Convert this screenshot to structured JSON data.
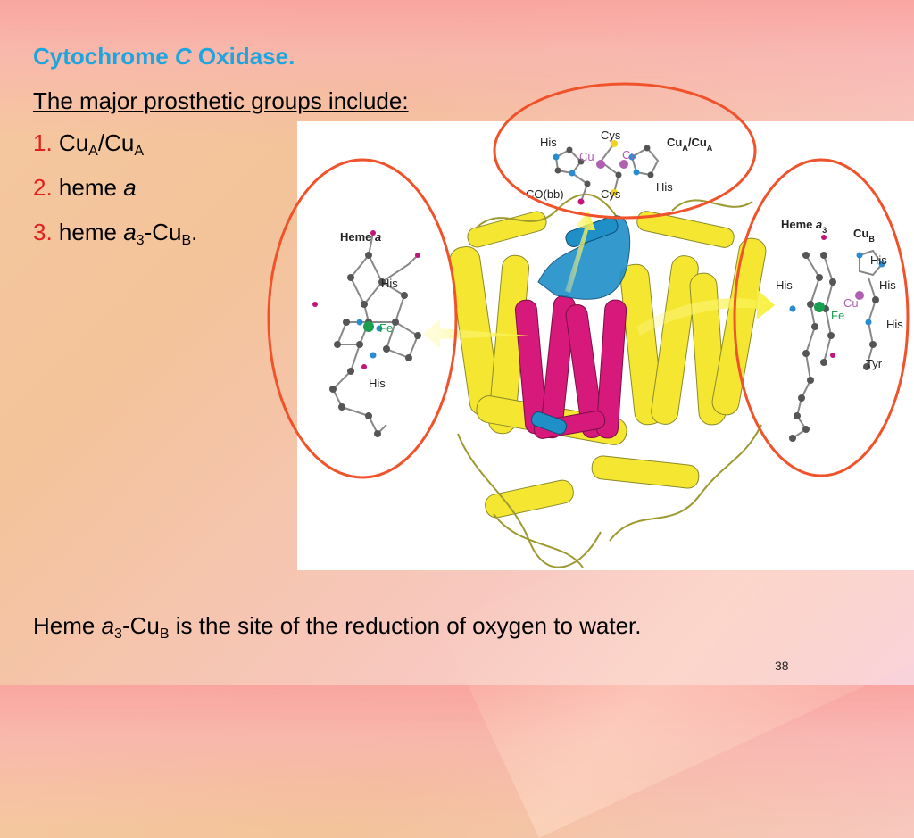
{
  "slide": {
    "title_part1": "Cytochrome ",
    "title_italic": "C",
    "title_part2": " Oxidase.",
    "subtitle": "The major prosthetic groups include:",
    "items": [
      {
        "num": "1.",
        "text1": "Cu",
        "sub1": "A",
        "text2": "/Cu",
        "sub2": "A"
      },
      {
        "num": "2.",
        "text1": "heme ",
        "italic": "a"
      },
      {
        "num": "3.",
        "text1": "heme ",
        "italic": "a",
        "sub1": "3",
        "text2": "-Cu",
        "sub2": "B",
        "text3": "."
      }
    ],
    "footer": {
      "text1": "Heme ",
      "italic": "a",
      "sub1": "3",
      "text2": "-Cu",
      "sub2": "B",
      "text3": " is the site of the reduction of oxygen to water."
    },
    "page_number": "38"
  },
  "figure": {
    "cuA_panel": {
      "title": "Cu",
      "title_sub1": "A",
      "title_mid": "/Cu",
      "title_sub2": "A",
      "labels": [
        "His",
        "Cys",
        "Cu",
        "Cu",
        "Cys",
        "His",
        "CO(bb)"
      ]
    },
    "heme_a_panel": {
      "title": "Heme ",
      "title_italic": "a",
      "labels": [
        "His",
        "Fe",
        "His"
      ]
    },
    "heme_a3_panel": {
      "title": "Heme ",
      "title_italic": "a",
      "title_sub": "3",
      "cuB_title": "Cu",
      "cuB_sub": "B",
      "labels": [
        "His",
        "His",
        "His",
        "His",
        "Cu",
        "Fe",
        "Tyr"
      ]
    }
  },
  "colors": {
    "title_blue": "#1da5e0",
    "number_red": "#e0201c",
    "ellipse_orange": "#f0522a",
    "helix_yellow": "#f5e632",
    "helix_magenta": "#d6197a",
    "helix_blue": "#1f8fc8",
    "fe_green": "#1a9e4f",
    "cu_purple": "#b15fb0"
  }
}
